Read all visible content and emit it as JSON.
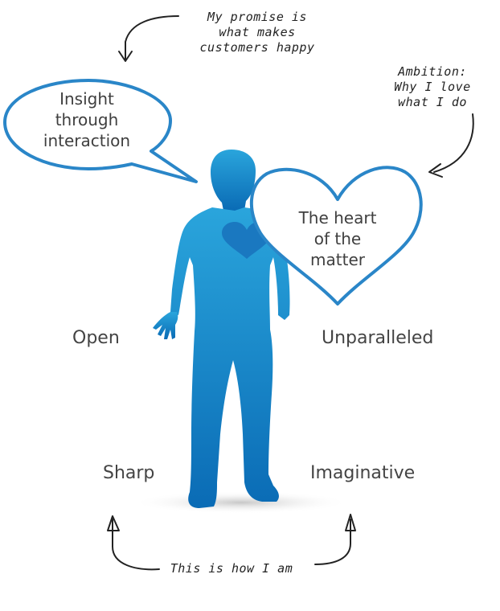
{
  "annotations": {
    "promise": [
      "My promise is",
      "what makes",
      "customers happy"
    ],
    "ambition": [
      "Ambition:",
      "Why I love",
      "what I do"
    ],
    "how_i_am": "This is how I am"
  },
  "bubbles": {
    "speech": [
      "Insight",
      "through",
      "interaction"
    ],
    "heart": [
      "The heart",
      "of the",
      "matter"
    ]
  },
  "traits": {
    "open": "Open",
    "unparalleled": "Unparalleled",
    "sharp": "Sharp",
    "imaginative": "Imaginative"
  },
  "colors": {
    "accent_blue": "#2a86c8",
    "figure_top": "#29a3da",
    "figure_bottom": "#0b6fb8",
    "chest_heart": "#1f7fc4",
    "sketch": "#222222"
  }
}
